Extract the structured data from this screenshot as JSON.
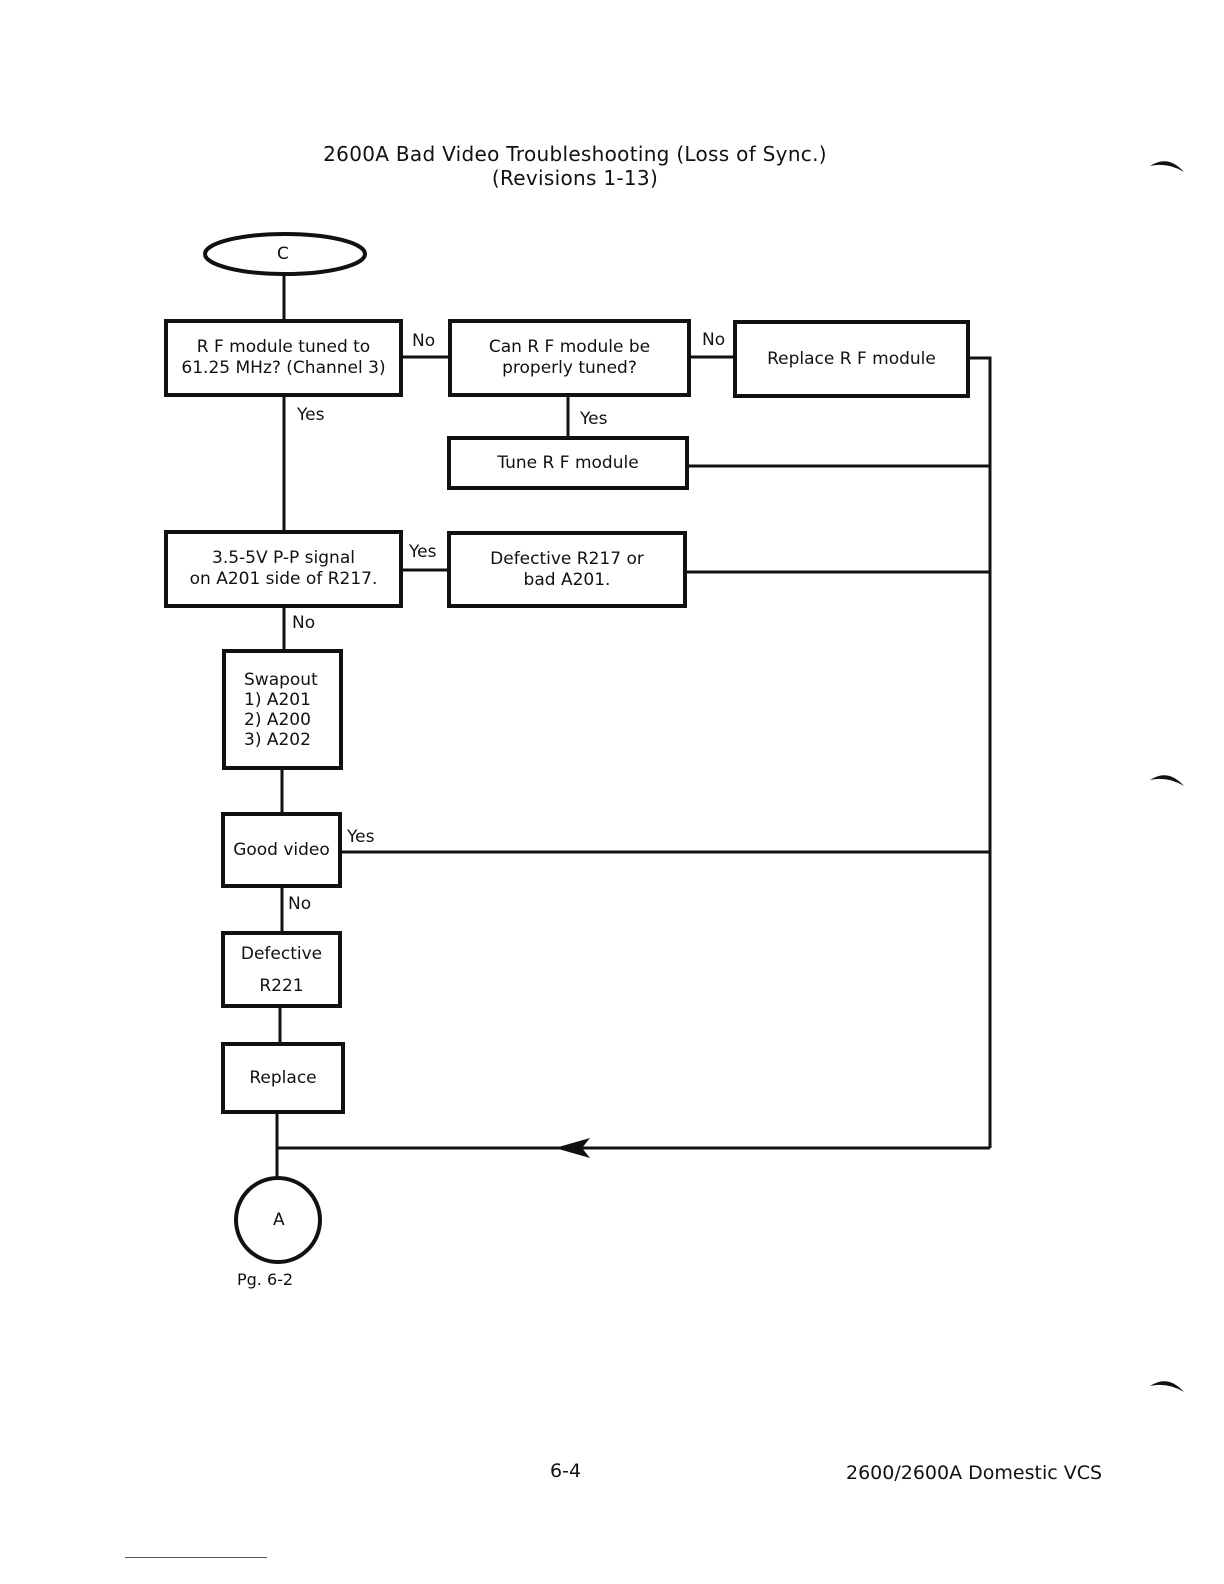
{
  "document": {
    "title": "2600A Bad Video Troubleshooting (Loss of Sync.)",
    "subtitle": "(Revisions 1-13)"
  },
  "nodes": {
    "start": "C",
    "q_rf_tuned": [
      "R F  module tuned to",
      "61.25 MHz? (Channel 3)"
    ],
    "q_can_tune": [
      "Can R F  module be",
      "properly tuned?"
    ],
    "a_replace_rf": "Replace R F  module",
    "a_tune_rf": "Tune R F module",
    "q_signal": [
      "3.5-5V P-P signal",
      "on A201 side of R217."
    ],
    "a_defective_r217": [
      "Defective R217 or",
      "bad A201."
    ],
    "a_swapout": [
      "Swapout",
      "1) A201",
      "2) A200",
      "3) A202"
    ],
    "q_good_video": "Good video",
    "a_defective_r221": [
      "Defective",
      "R221"
    ],
    "a_replace": "Replace",
    "end": "A",
    "end_ref": "Pg. 6-2"
  },
  "labels": {
    "no": "No",
    "yes": "Yes"
  },
  "footer": {
    "page_number": "6-4",
    "doc_name": "2600/2600A Domestic VCS"
  },
  "colors": {
    "ink": "#111111",
    "paper": "#ffffff",
    "footer_rule": "#3355cc"
  }
}
